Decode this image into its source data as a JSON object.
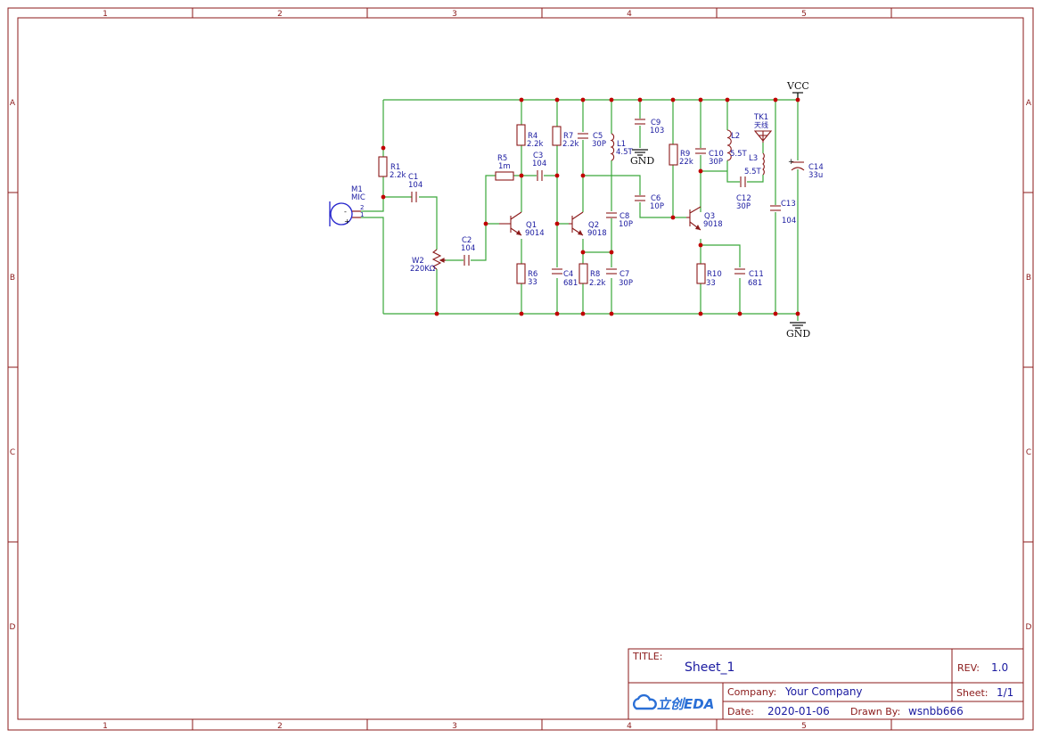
{
  "sheet": {
    "zone_columns": [
      "1",
      "2",
      "3",
      "4",
      "5"
    ],
    "zone_rows": [
      "A",
      "B",
      "C",
      "D"
    ],
    "frame_color": "#8b1a1a",
    "wire_color": "#3aa83a",
    "text_color": "#1a1aa0"
  },
  "components": {
    "m1": {
      "ref": "M1",
      "value": "MIC",
      "pin2": "2",
      "pin1": "1",
      "minus": "-",
      "plus": "+"
    },
    "r1": {
      "ref": "R1",
      "value": "2.2k"
    },
    "c1": {
      "ref": "C1",
      "value": "104"
    },
    "w2": {
      "ref": "W2",
      "value": "220KΩ"
    },
    "c2": {
      "ref": "C2",
      "value": "104"
    },
    "r5": {
      "ref": "R5",
      "value": "1m"
    },
    "r4": {
      "ref": "R4",
      "value": "2.2k"
    },
    "c3": {
      "ref": "C3",
      "value": "104"
    },
    "q1": {
      "ref": "Q1",
      "value": "9014"
    },
    "r6": {
      "ref": "R6",
      "value": "33"
    },
    "r7": {
      "ref": "R7",
      "value": "2.2k"
    },
    "c4": {
      "ref": "C4",
      "value": "681"
    },
    "c5": {
      "ref": "C5",
      "value": "30P"
    },
    "q2": {
      "ref": "Q2",
      "value": "9018"
    },
    "r8": {
      "ref": "R8",
      "value": "2.2k"
    },
    "c7": {
      "ref": "C7",
      "value": "30P"
    },
    "c8": {
      "ref": "C8",
      "value": "10P"
    },
    "l1": {
      "ref": "L1",
      "value": "4.5T"
    },
    "c9": {
      "ref": "C9",
      "value": "103"
    },
    "c6": {
      "ref": "C6",
      "value": "10P"
    },
    "r9": {
      "ref": "R9",
      "value": "22k"
    },
    "c10": {
      "ref": "C10",
      "value": "30P"
    },
    "q3": {
      "ref": "Q3",
      "value": "9018"
    },
    "r10": {
      "ref": "R10",
      "value": "33"
    },
    "c11": {
      "ref": "C11",
      "value": "681"
    },
    "l2": {
      "ref": "L2",
      "value": "5.5T"
    },
    "l3": {
      "ref": "L3",
      "value": "5.5T"
    },
    "c12": {
      "ref": "C12",
      "value": "30P"
    },
    "tk1": {
      "ref": "TK1",
      "value": "天线"
    },
    "c13": {
      "ref": "C13",
      "value": "104"
    },
    "c14": {
      "ref": "C14",
      "value": "33u",
      "polarity": "+"
    }
  },
  "power": {
    "vcc": "VCC",
    "gnd": "GND"
  },
  "title_block": {
    "title_label": "TITLE:",
    "title": "Sheet_1",
    "rev_label": "REV:",
    "rev": "1.0",
    "company_label": "Company:",
    "company": "Your Company",
    "sheet_label": "Sheet:",
    "sheet": "1/1",
    "date_label": "Date:",
    "date": "2020-01-06",
    "drawn_label": "Drawn By:",
    "drawn_by": "wsnbb666",
    "logo_text": "立创EDA"
  }
}
